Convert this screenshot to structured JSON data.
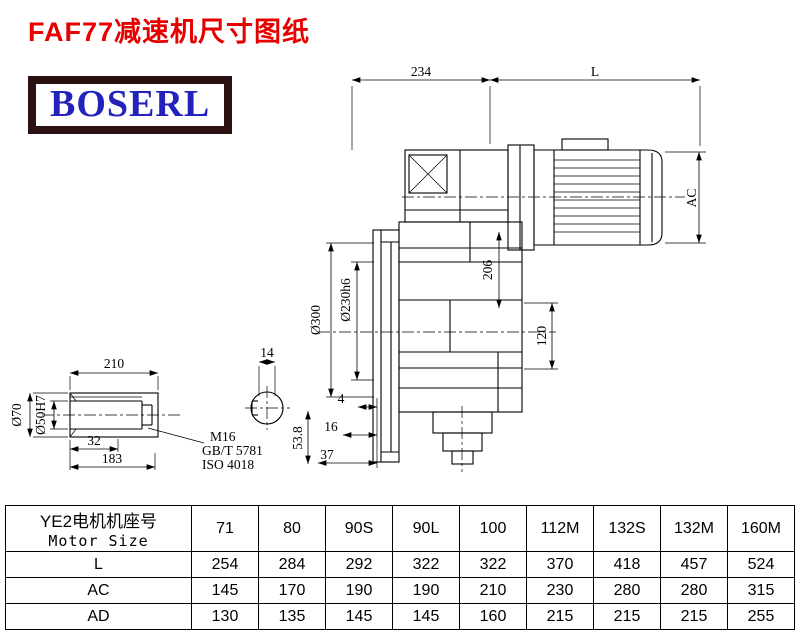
{
  "page": {
    "title": "FAF77减速机尺寸图纸",
    "logo_text": "BOSERL"
  },
  "drawing": {
    "dims": {
      "top_width": "234",
      "motor_length": "L",
      "motor_dia": "AC",
      "d206": "206",
      "d120": "120",
      "flange_od": "Ø300",
      "spigot_dia": "Ø230h6",
      "shaft_len": "210",
      "key_width": "14",
      "d32": "32",
      "d183": "183",
      "shaft_od": "Ø70",
      "bore_dia": "Ø50H7",
      "thread": "M16",
      "thread_std1": "GB/T 5781",
      "thread_std2": "ISO 4018",
      "d4": "4",
      "d16": "16",
      "d37": "37",
      "d53_8": "53.8"
    }
  },
  "table": {
    "header_line1": "YE2电机机座号",
    "header_line2": "Motor Size",
    "motor_sizes": [
      "71",
      "80",
      "90S",
      "90L",
      "100",
      "112M",
      "132S",
      "132M",
      "160M"
    ],
    "rows": [
      {
        "label": "L",
        "values": [
          "254",
          "284",
          "292",
          "322",
          "322",
          "370",
          "418",
          "457",
          "524"
        ]
      },
      {
        "label": "AC",
        "values": [
          "145",
          "170",
          "190",
          "190",
          "210",
          "230",
          "280",
          "280",
          "315"
        ]
      },
      {
        "label": "AD",
        "values": [
          "130",
          "135",
          "145",
          "145",
          "160",
          "215",
          "215",
          "215",
          "255"
        ]
      }
    ]
  }
}
